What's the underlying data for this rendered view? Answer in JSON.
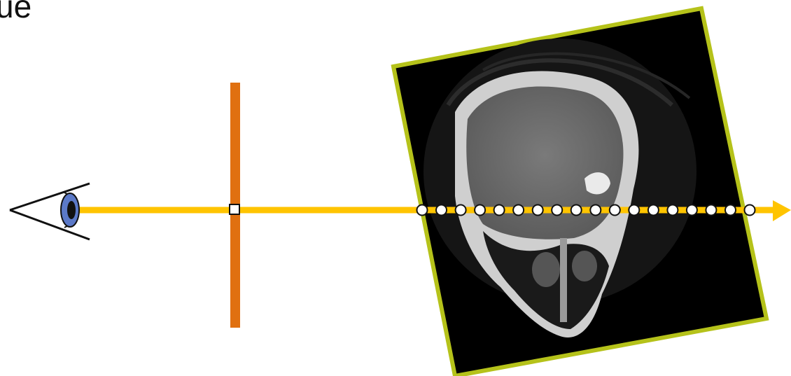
{
  "title_fragment": "ue",
  "colors": {
    "ray": "#FFC400",
    "image_plane": "#E07010",
    "slice_border": "#B5C21A",
    "slice_bg": "#000000",
    "eye_iris": "#5B79C8",
    "sample_fill": "#FFFFFF",
    "sample_stroke": "#111111"
  },
  "diagram": {
    "elements": [
      {
        "name": "eye",
        "icon": "eye-icon"
      },
      {
        "name": "image-plane",
        "icon": "plane-bar"
      },
      {
        "name": "pixel-marker",
        "icon": "square-marker"
      },
      {
        "name": "ct-slice",
        "icon": "ct-head-slice"
      },
      {
        "name": "view-ray",
        "icon": "arrow-right"
      }
    ],
    "sample_count": 18
  }
}
